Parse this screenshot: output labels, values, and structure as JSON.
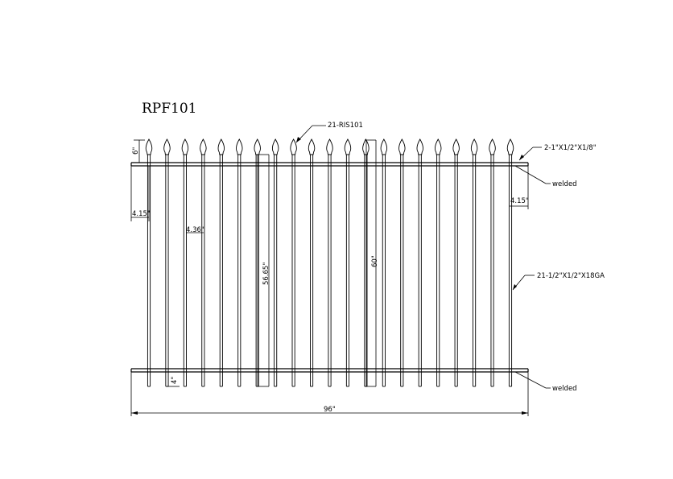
{
  "title": "RPF101",
  "callouts": {
    "finials": "21-RIS101",
    "top_rail": "2-1\"X1/2\"X1/8\"",
    "welded_top": "welded",
    "pickets": "21-1/2\"X1/2\"X18GA",
    "welded_bottom": "welded"
  },
  "dimensions": {
    "finial_height": "6\"",
    "left_overhang": "4.15\"",
    "right_overhang": "4.15\"",
    "picket_spacing": "4.36\"",
    "picket_between_rails": "56.65\"",
    "overall_height": "60\"",
    "bottom_extension": "4\"",
    "overall_width": "96\""
  },
  "picket_count": 21,
  "colors": {
    "line": "#000000",
    "background": "#ffffff"
  }
}
